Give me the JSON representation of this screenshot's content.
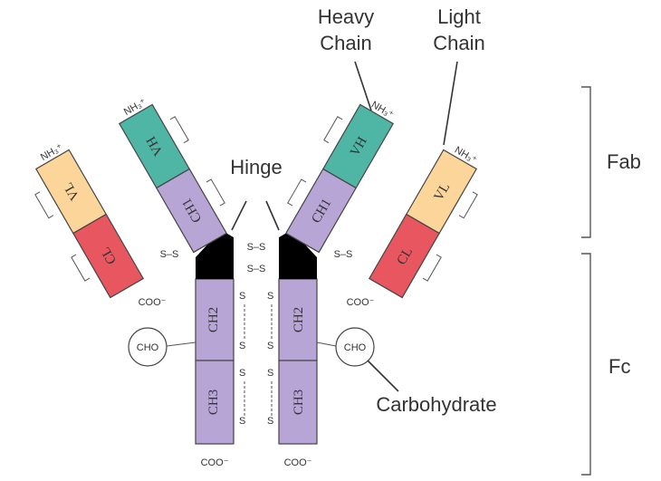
{
  "labels": {
    "heavy_chain": [
      "Heavy",
      "Chain"
    ],
    "light_chain": [
      "Light",
      "Chain"
    ],
    "hinge": "Hinge",
    "fab": "Fab",
    "fc": "Fc",
    "carbohydrate": "Carbohydrate",
    "cho": "CHO",
    "nh3": "NH₃⁺",
    "coo": "COO⁻",
    "disulfide": "S–S",
    "s": "S"
  },
  "domains": {
    "vh": "VH",
    "vl": "VL",
    "ch1": "CH1",
    "cl": "CL",
    "ch2": "CH2",
    "ch3": "CH3"
  },
  "colors": {
    "variable_heavy": "#4fb5a4",
    "variable_light": "#fcd59a",
    "constant_light": "#e8575f",
    "constant_heavy": "#b7a5d6",
    "hinge": "#000000",
    "line": "#444444"
  }
}
